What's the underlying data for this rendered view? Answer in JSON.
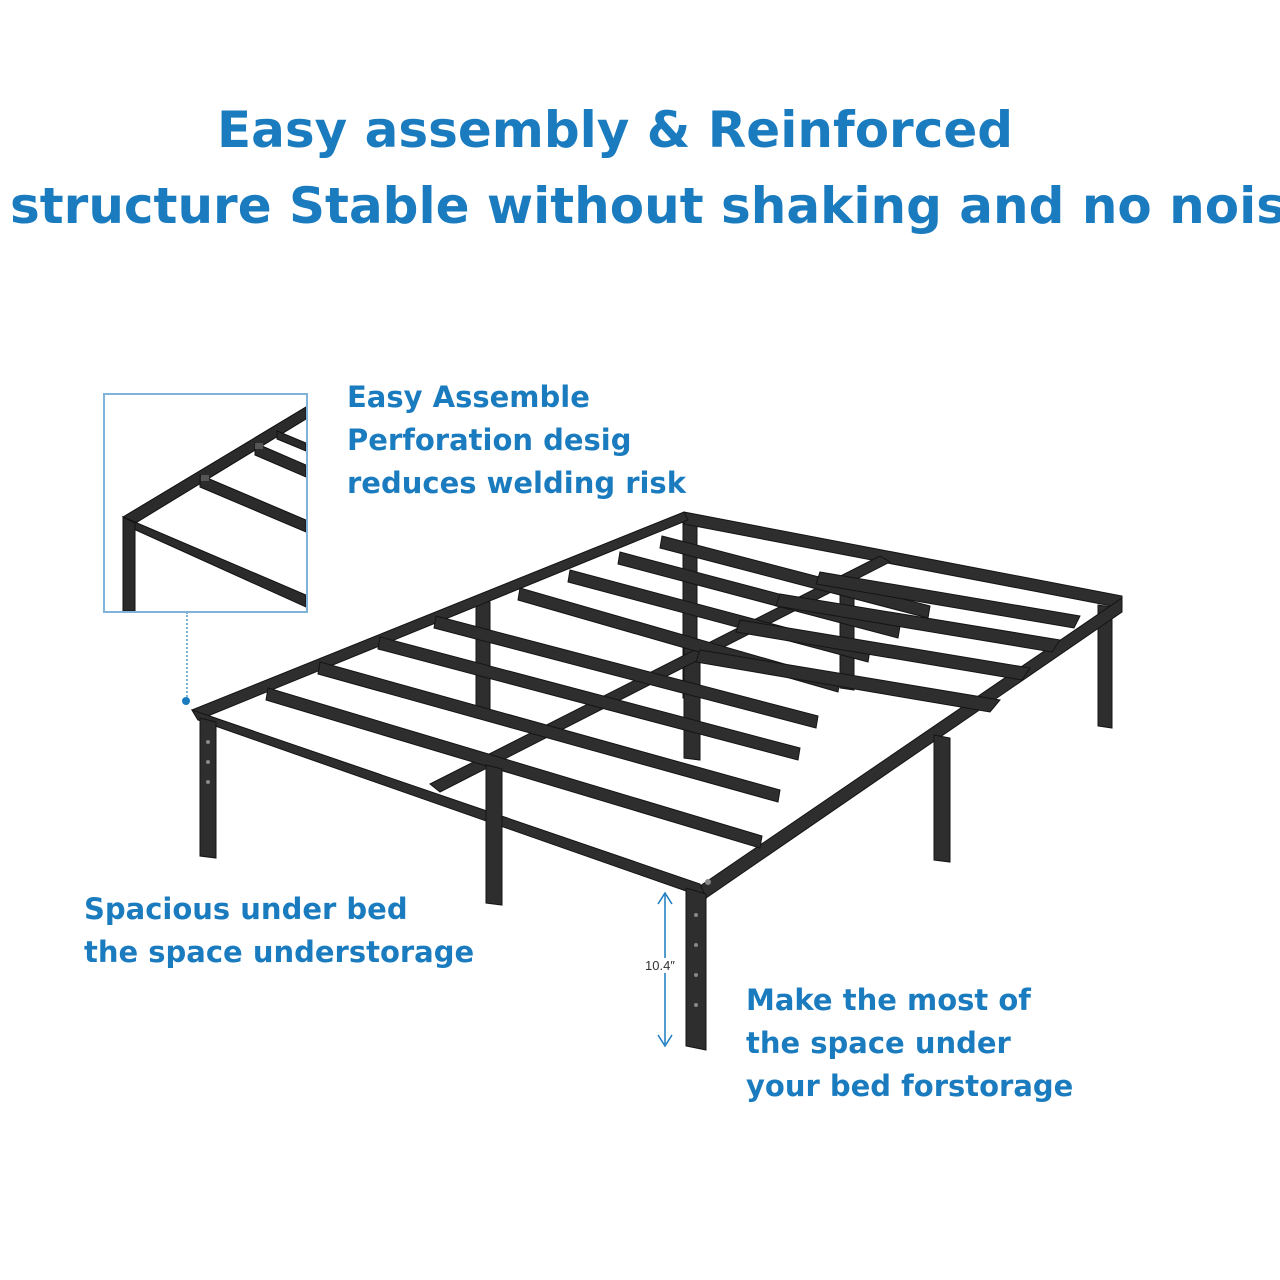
{
  "headline": {
    "line1": "Easy assembly & Reinforced",
    "line2": "structure Stable without shaking and no noise"
  },
  "callouts": {
    "assembly": {
      "line1": "Easy Assemble",
      "line2": "Perforation desig",
      "line3": "reduces welding risk"
    },
    "space": {
      "line1": "Spacious under bed",
      "line2": "the space understorage"
    },
    "storage": {
      "line1": "Make the most of",
      "line2": "the space under",
      "line3": "your bed forstorage"
    }
  },
  "dimension": {
    "height_label": "10.4″"
  },
  "colors": {
    "accent_text": "#1a7bbf",
    "inset_border": "#7fb3d9",
    "frame_metal": "#2b2b2b"
  }
}
